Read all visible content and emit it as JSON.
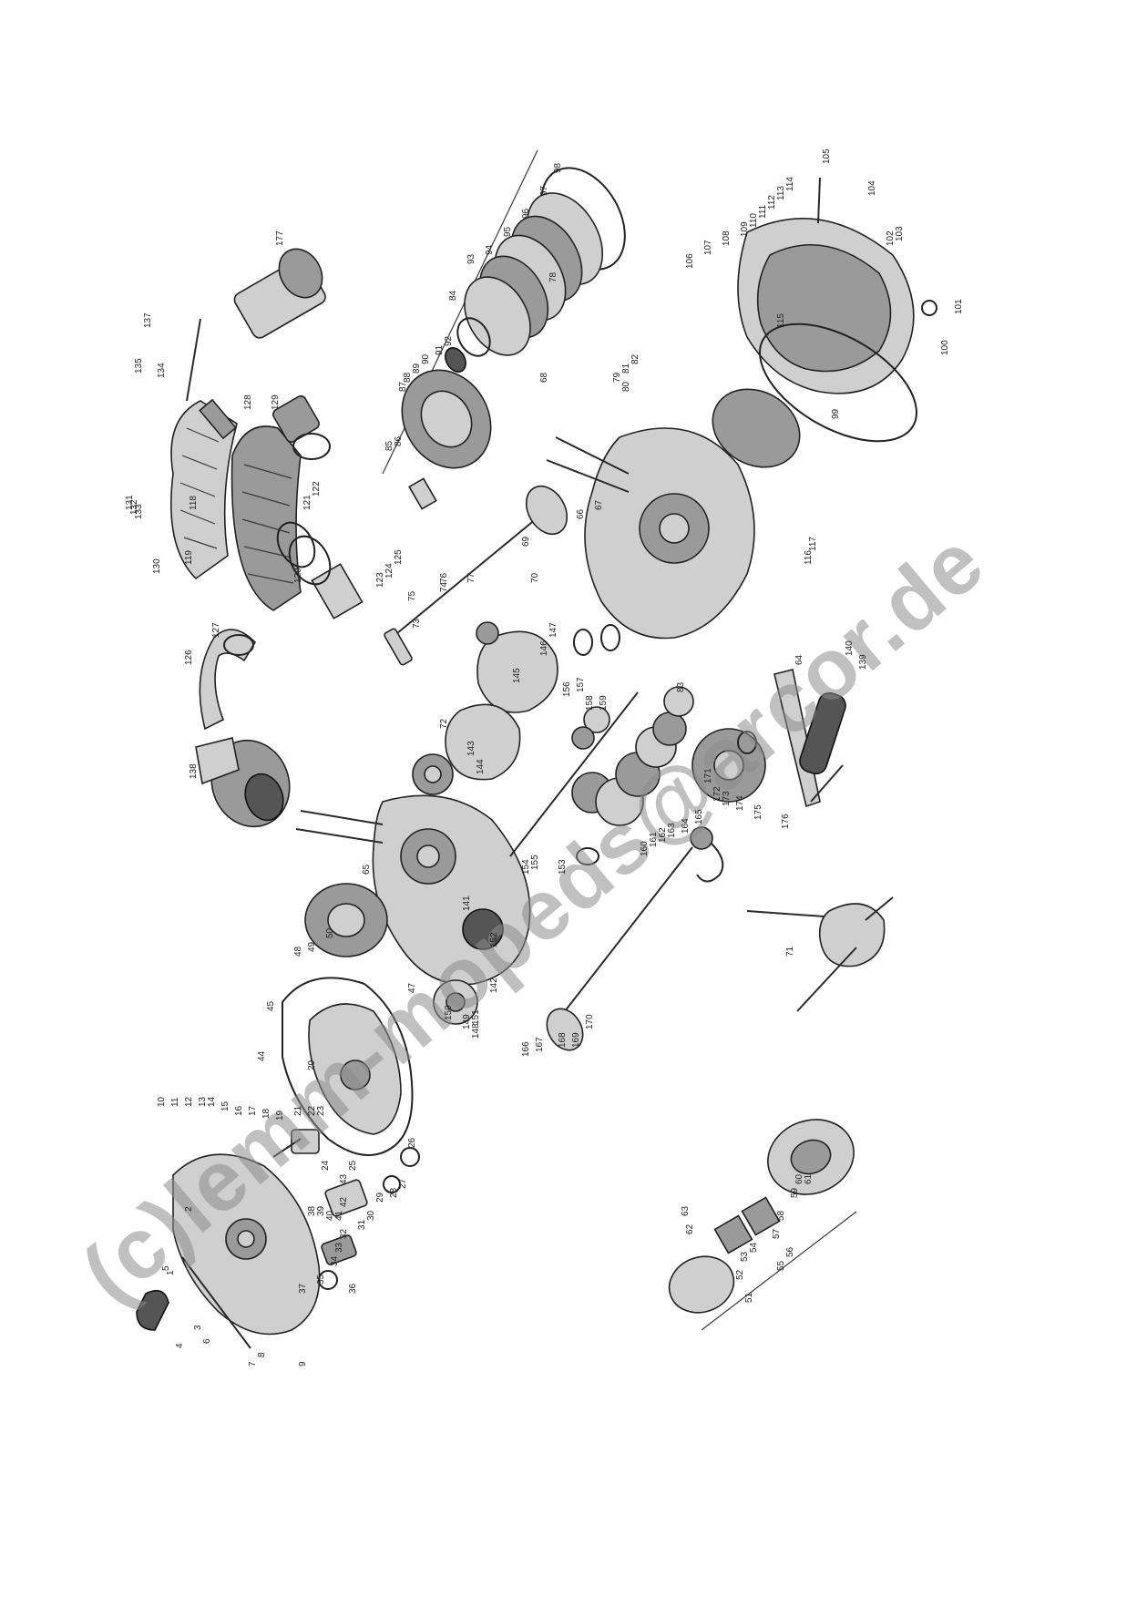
{
  "watermark": {
    "text": "(c)lemm-mopeds@arcor.de",
    "color": "#8c8c8c"
  },
  "callouts": [
    "1",
    "2",
    "3",
    "4",
    "5",
    "6",
    "7",
    "8",
    "9",
    "10",
    "11",
    "12",
    "13",
    "14",
    "15",
    "16",
    "17",
    "18",
    "19",
    "20",
    "21",
    "22",
    "23",
    "24",
    "25",
    "26",
    "27",
    "28",
    "29",
    "30",
    "31",
    "32",
    "33",
    "34",
    "35",
    "36",
    "37",
    "38",
    "39",
    "40",
    "41",
    "42",
    "43",
    "44",
    "45",
    "47",
    "48",
    "49",
    "50",
    "51",
    "52",
    "53",
    "54",
    "55",
    "56",
    "57",
    "58",
    "59",
    "60",
    "61",
    "62",
    "63",
    "64",
    "65",
    "66",
    "67",
    "68",
    "69",
    "70",
    "71",
    "72",
    "73",
    "74",
    "75",
    "76",
    "77",
    "78",
    "79",
    "80",
    "81",
    "82",
    "83",
    "84",
    "85",
    "86",
    "87",
    "88",
    "89",
    "90",
    "91",
    "92",
    "93",
    "94",
    "95",
    "96",
    "97",
    "98",
    "99",
    "100",
    "101",
    "102",
    "103",
    "104",
    "105",
    "106",
    "107",
    "108",
    "109",
    "110",
    "111",
    "112",
    "113",
    "114",
    "115",
    "116",
    "117",
    "118",
    "119",
    "120",
    "121",
    "122",
    "123",
    "124",
    "125",
    "126",
    "127",
    "128",
    "129",
    "130",
    "131",
    "132",
    "133",
    "134",
    "135",
    "137",
    "138",
    "139",
    "140",
    "141",
    "142",
    "143",
    "144",
    "145",
    "146",
    "147",
    "148",
    "149",
    "150",
    "151",
    "152",
    "153",
    "154",
    "155",
    "156",
    "157",
    "158",
    "159",
    "160",
    "161",
    "162",
    "163",
    "164",
    "165",
    "166",
    "167",
    "168",
    "169",
    "170",
    "171",
    "172",
    "173",
    "174",
    "175",
    "176",
    "177"
  ]
}
